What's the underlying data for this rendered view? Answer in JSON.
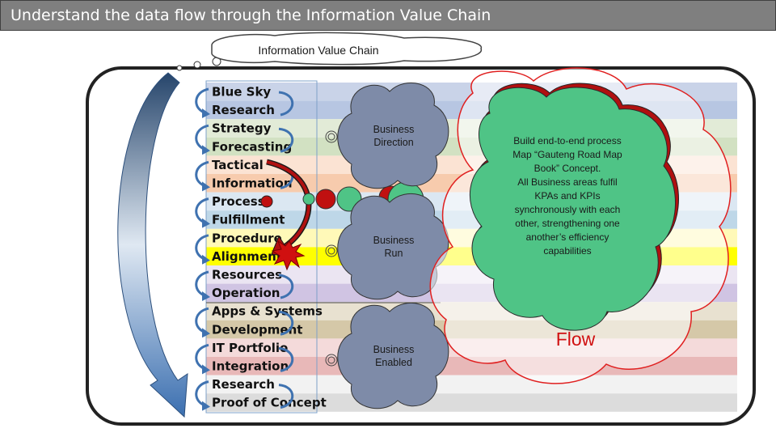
{
  "title": "Understand the data flow through the Information Value Chain",
  "diagram": {
    "header_cloud_label": "Information Value Chain",
    "ladder_items": [
      "Blue Sky",
      "Research",
      "Strategy",
      "Forecasting",
      "Tactical",
      "Information",
      "Process",
      "Fulfillment",
      "Procedure",
      "Alignment",
      "Resources",
      "Operation",
      "Apps & Systems",
      "Development",
      "IT Portfolio",
      "Integration",
      "Research",
      "Proof of Concept"
    ],
    "band_colors": [
      "#c9d3e8",
      "#b7c6e2",
      "#e2ebd7",
      "#d2e1c2",
      "#fbe3d3",
      "#f7cbad",
      "#dbe7f2",
      "#bed7e8",
      "#fff9b8",
      "#ffff00",
      "#ebe5f2",
      "#d0c4e3",
      "#e8e1d0",
      "#d5c8a8",
      "#f4dada",
      "#e8b8b8",
      "#f2f2f2",
      "#dcdcdc"
    ],
    "clouds": [
      {
        "line1": "Business",
        "line2": "Direction"
      },
      {
        "line1": "Business",
        "line2": "Run"
      },
      {
        "line1": "Business",
        "line2": "Enabled"
      }
    ],
    "description_lines": [
      "Build end-to-end process",
      "Map “Gauteng Road Map",
      "Book” Concept.",
      "All Business areas fulfil",
      "KPAs and KPIs",
      "synchronously with each",
      "other, strengthening one",
      "another’s efficiency",
      "capabilities"
    ],
    "flow_label": "Flow",
    "colors": {
      "green_cloud": "#4fc486",
      "gray_cloud": "#7e8ba8",
      "red_outline": "#e02020",
      "blue_arrow": "#3a6fb2",
      "dark_red": "#b01010"
    }
  }
}
